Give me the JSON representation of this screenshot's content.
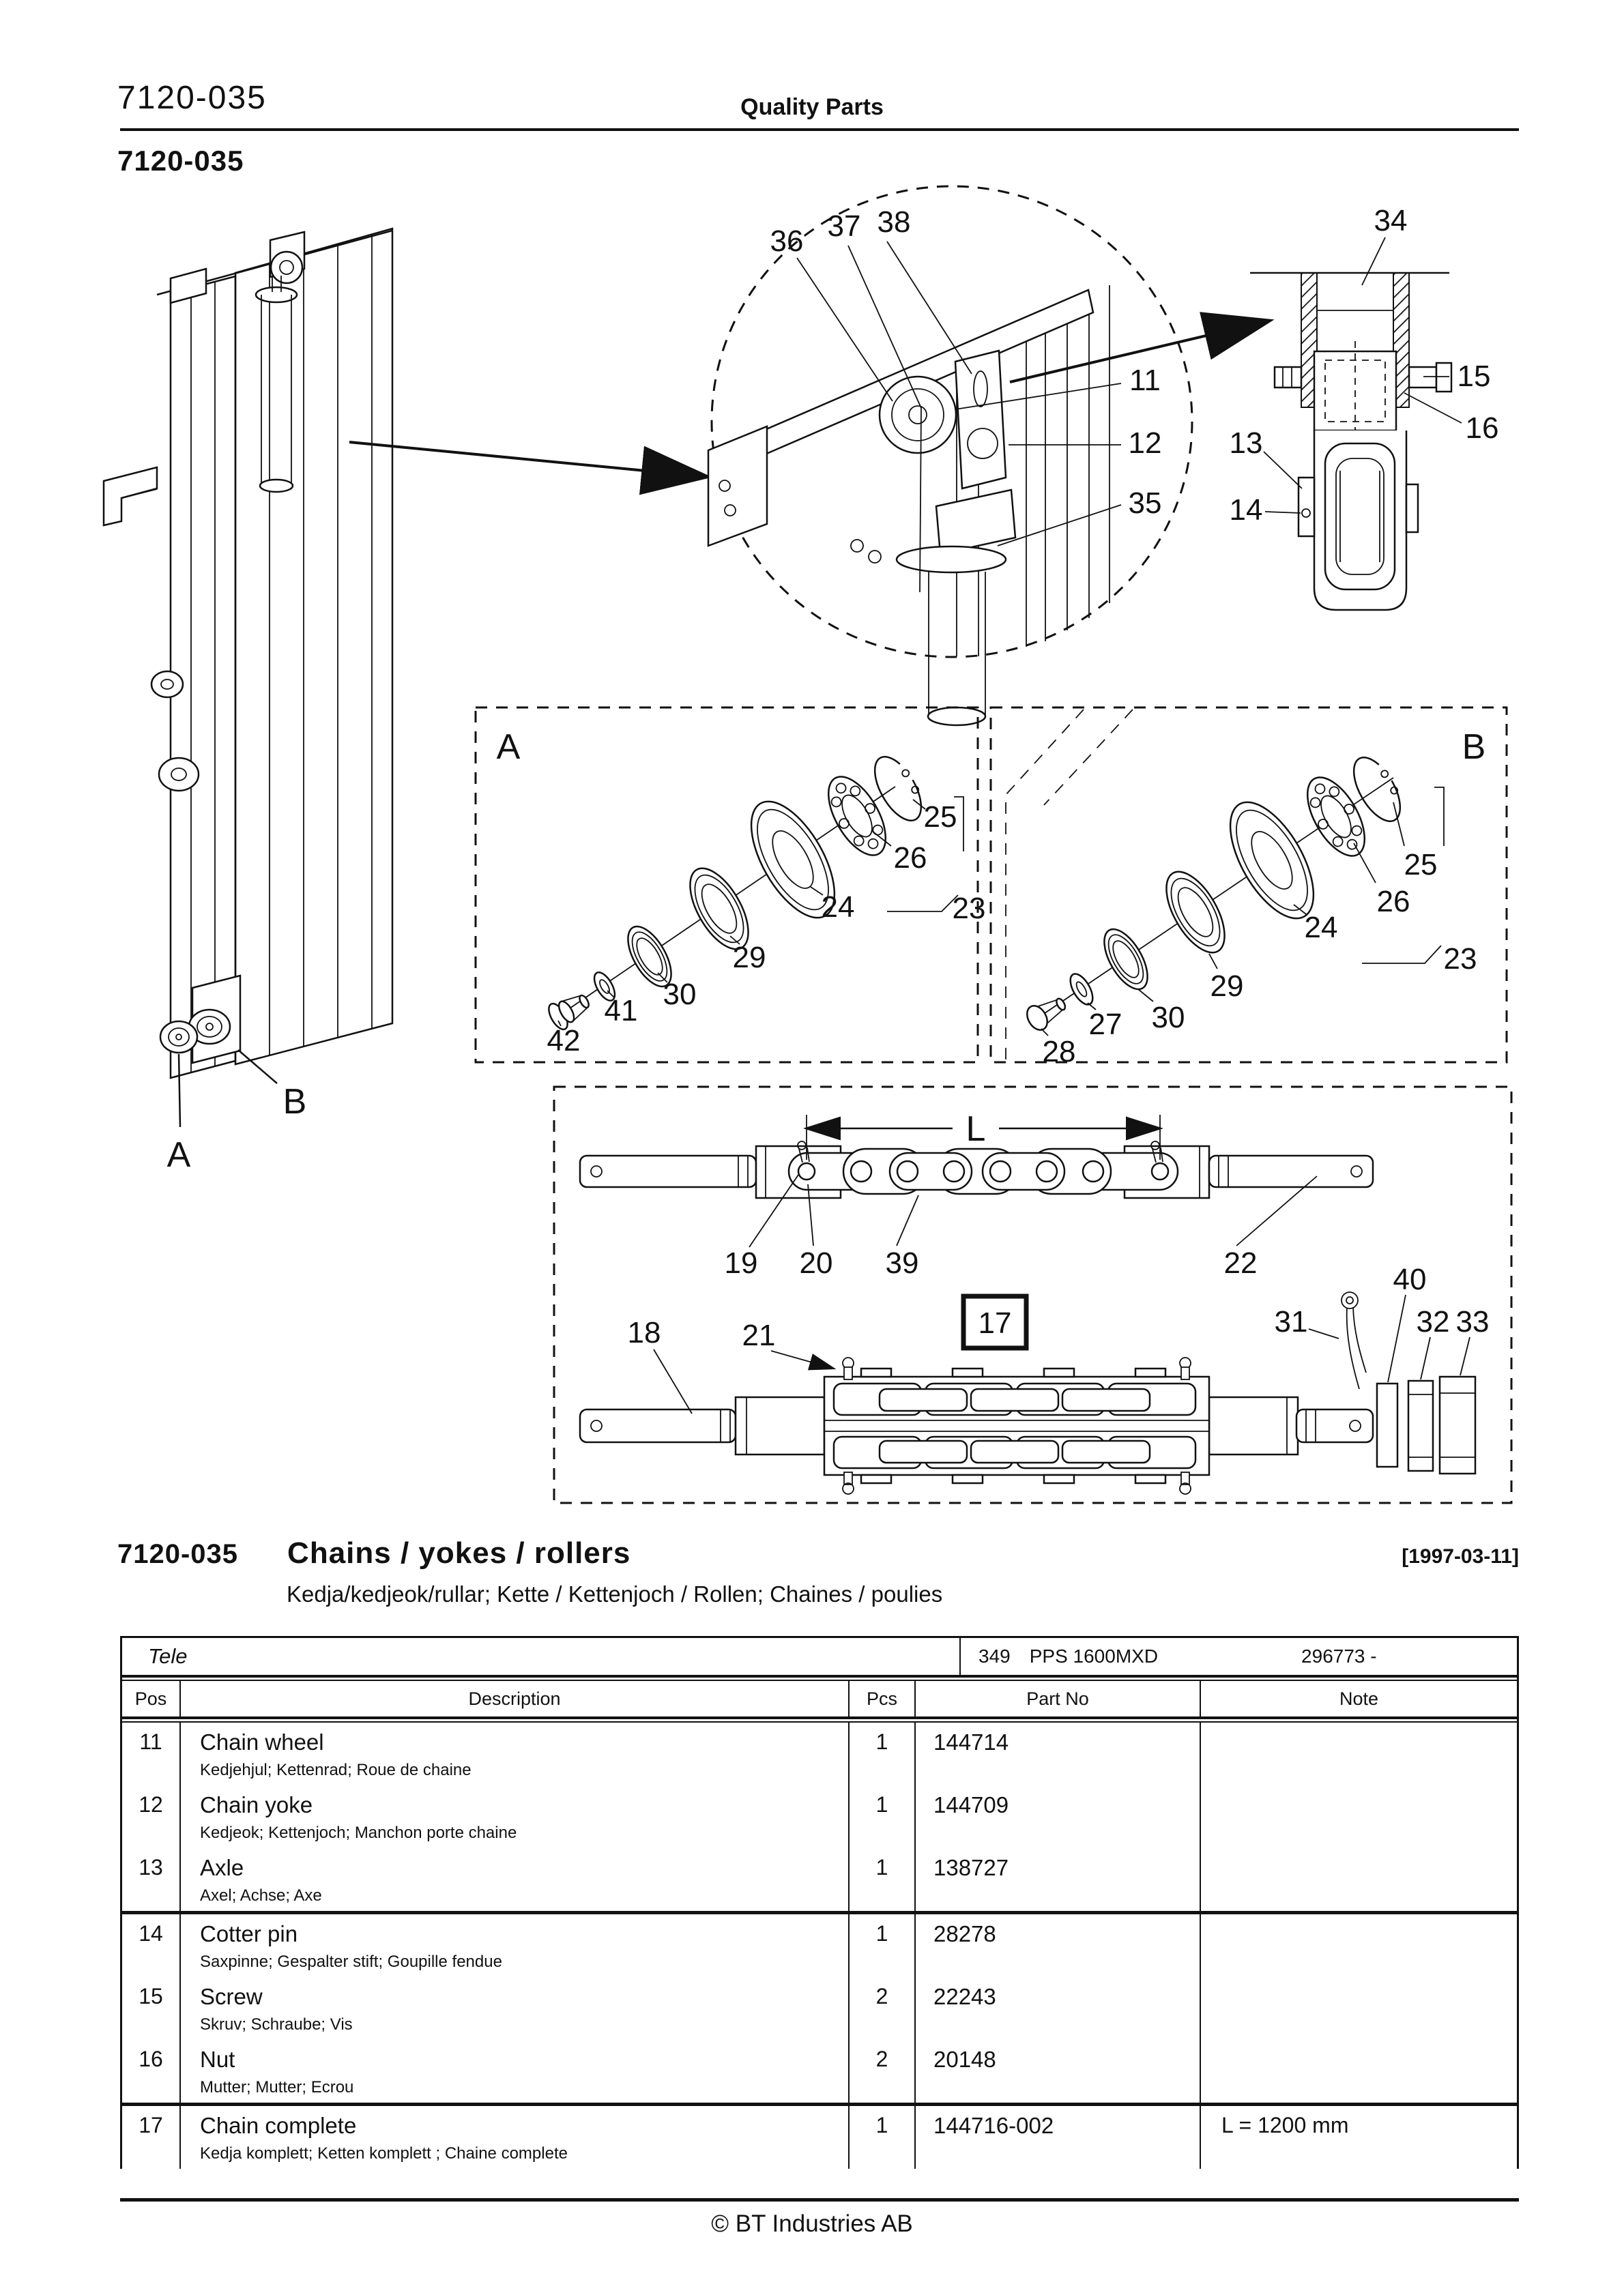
{
  "header": {
    "doc_no": "7120-035",
    "center": "Quality Parts",
    "sub_doc_no": "7120-035"
  },
  "diagram": {
    "view_a": "A",
    "view_b": "B",
    "dim_l": "L",
    "callouts": {
      "c11": "11",
      "c12": "12",
      "c13": "13",
      "c14": "14",
      "c15": "15",
      "c16": "16",
      "c17": "17",
      "c18": "18",
      "c19": "19",
      "c20": "20",
      "c21": "21",
      "c22": "22",
      "c23": "23",
      "c24": "24",
      "c25": "25",
      "c26": "26",
      "c27": "27",
      "c28": "28",
      "c29": "29",
      "c30": "30",
      "c31": "31",
      "c32": "32",
      "c33": "33",
      "c34": "34",
      "c35": "35",
      "c36": "36",
      "c37": "37",
      "c38": "38",
      "c39": "39",
      "c40": "40",
      "c41": "41",
      "c42": "42"
    }
  },
  "section": {
    "code": "7120-035",
    "title": "Chains / yokes / rollers",
    "date": "[1997-03-11]",
    "subtitle": "Kedja/kedjeok/rullar; Kette / Kettenjoch / Rollen; Chaines / poulies"
  },
  "table": {
    "model": "Tele",
    "series": "349",
    "type": "PPS 1600MXD",
    "serial": "296773 -",
    "headers": {
      "pos": "Pos",
      "description": "Description",
      "pcs": "Pcs",
      "part_no": "Part No",
      "note": "Note"
    },
    "rows": [
      {
        "pos": "11",
        "description": "Chain wheel",
        "sub": "Kedjehjul; Kettenrad; Roue de chaine",
        "pcs": "1",
        "part_no": "144714",
        "note": "",
        "thick": false
      },
      {
        "pos": "12",
        "description": "Chain yoke",
        "sub": "Kedjeok; Kettenjoch; Manchon porte chaine",
        "pcs": "1",
        "part_no": "144709",
        "note": "",
        "thick": false
      },
      {
        "pos": "13",
        "description": "Axle",
        "sub": "Axel; Achse; Axe",
        "pcs": "1",
        "part_no": "138727",
        "note": "",
        "thick": true
      },
      {
        "pos": "14",
        "description": "Cotter pin",
        "sub": "Saxpinne; Gespalter stift; Goupille fendue",
        "pcs": "1",
        "part_no": "28278",
        "note": "",
        "thick": false
      },
      {
        "pos": "15",
        "description": "Screw",
        "sub": "Skruv; Schraube; Vis",
        "pcs": "2",
        "part_no": "22243",
        "note": "",
        "thick": false
      },
      {
        "pos": "16",
        "description": "Nut",
        "sub": "Mutter; Mutter; Ecrou",
        "pcs": "2",
        "part_no": "20148",
        "note": "",
        "thick": true
      },
      {
        "pos": "17",
        "description": "Chain complete",
        "sub": "Kedja komplett; Ketten komplett ; Chaine complete",
        "pcs": "1",
        "part_no": "144716-002",
        "note": "L = 1200 mm",
        "thick": false
      }
    ]
  },
  "footer": {
    "copyright": "© BT Industries AB"
  }
}
